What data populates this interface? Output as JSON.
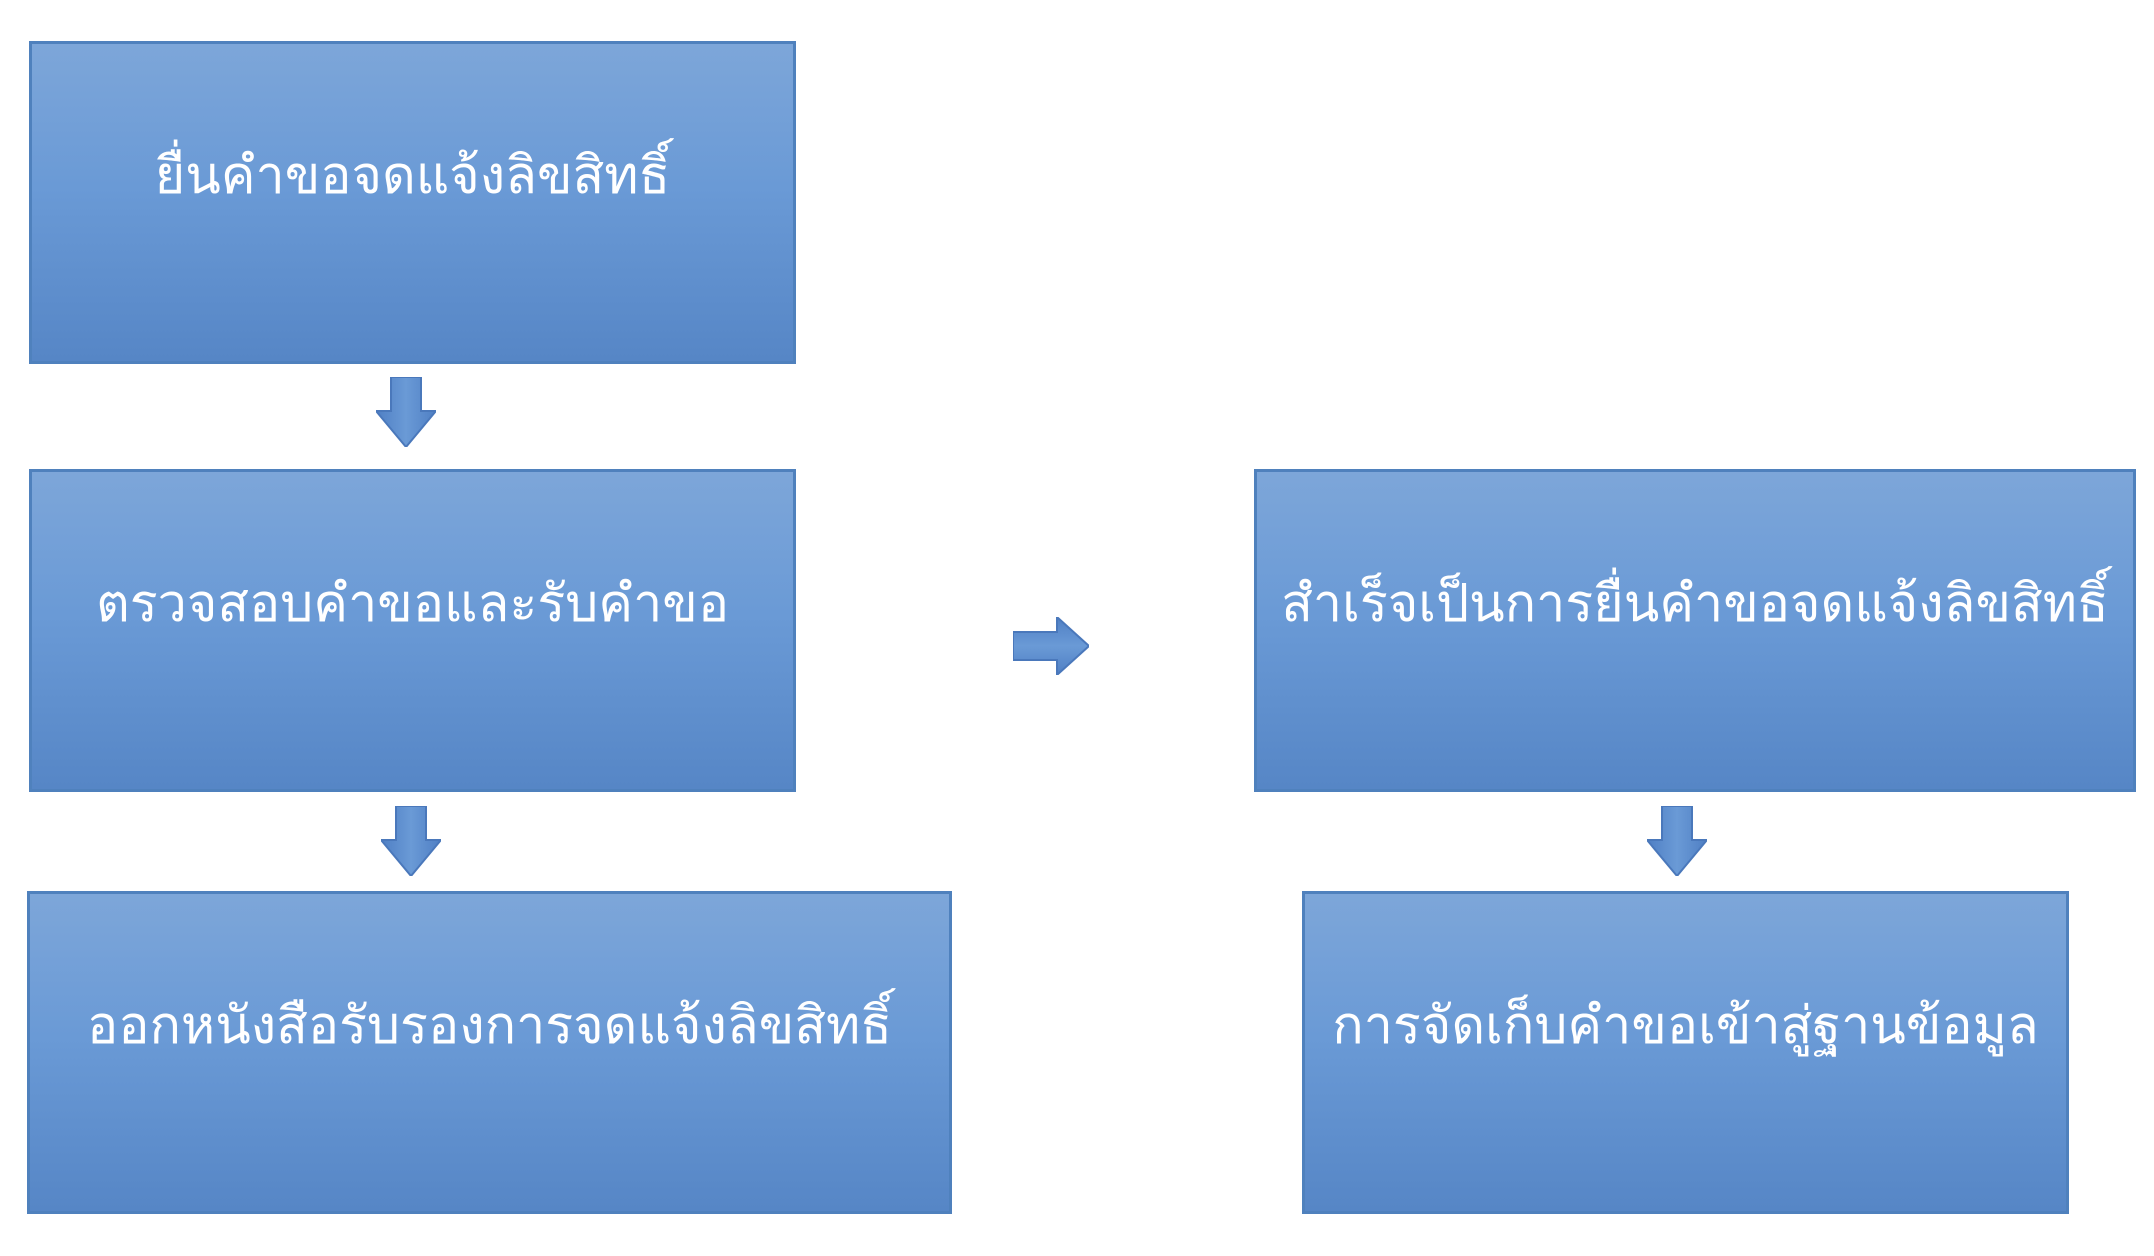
{
  "flow": {
    "steps": [
      {
        "label": "ยื่นคำขอจดแจ้งลิขสิทธิ์"
      },
      {
        "label": "ตรวจสอบคำขอและรับคำขอ"
      },
      {
        "label": "ออกหนังสือรับรองการจดแจ้งลิขสิทธิ์"
      },
      {
        "label": "สำเร็จเป็นการยื่นคำขอจดแจ้งลิขสิทธิ์"
      },
      {
        "label": "การจัดเก็บคำขอเข้าสู่ฐานข้อมูล"
      }
    ]
  },
  "colors": {
    "box_top": "#7da6d9",
    "box_bottom": "#5686c6",
    "box_border": "#4f81bd",
    "arrow_fill": "#5b8bd0",
    "text": "#ffffff"
  },
  "icons": {
    "down_arrow": "down-arrow-icon",
    "right_arrow": "right-arrow-icon"
  }
}
